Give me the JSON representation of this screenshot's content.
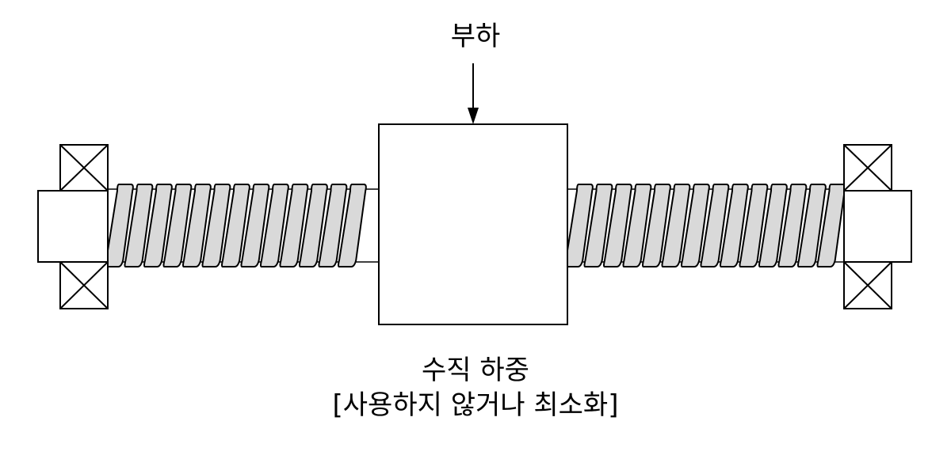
{
  "labels": {
    "load": "부하",
    "caption_line_1": "수직 하중",
    "caption_line_2": "[사용하지 않거나 최소화]"
  },
  "colors": {
    "stroke": "#000000",
    "thread_fill": "#d9d9d9",
    "background": "#ffffff"
  }
}
